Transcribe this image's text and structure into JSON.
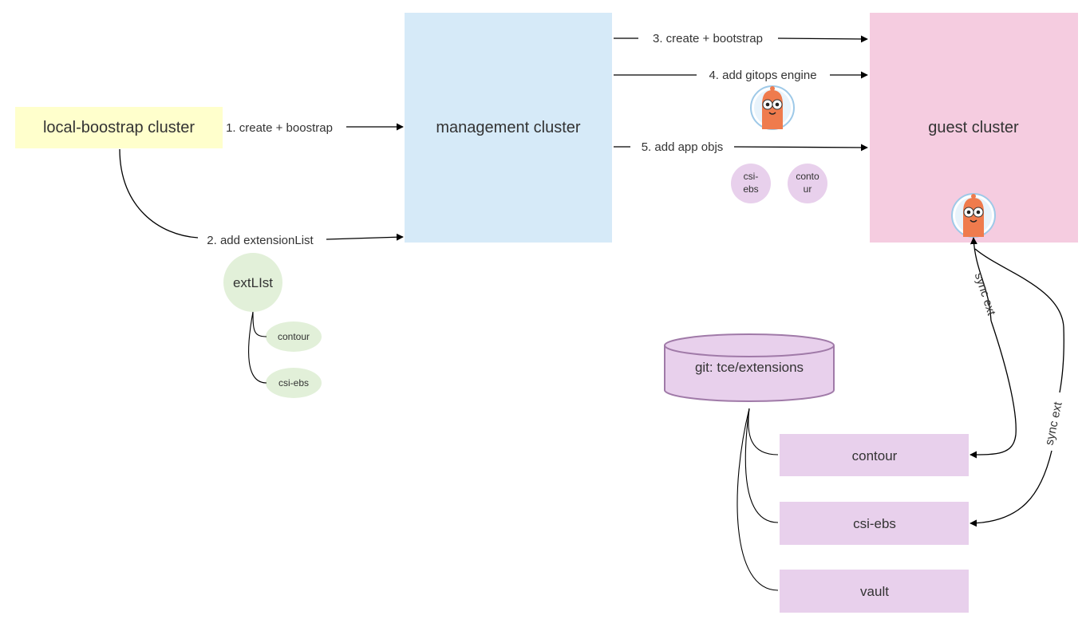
{
  "nodes": {
    "local_bootstrap": {
      "label": "local-boostrap cluster",
      "fill": "#ffffcc"
    },
    "management": {
      "label": "management cluster",
      "fill": "#d6eaf8"
    },
    "guest": {
      "label": "guest cluster",
      "fill": "#f5cce0"
    },
    "ext_list": {
      "label": "extLIst",
      "fill": "#e2f0d9",
      "items": [
        "contour",
        "csi-ebs"
      ]
    },
    "app_objs": {
      "fill": "#e8d0ec",
      "items": [
        {
          "line1": "csi-",
          "line2": "ebs"
        },
        {
          "line1": "conto",
          "line2": "ur"
        }
      ]
    },
    "git_repo": {
      "label": "git: tce/extensions",
      "fill": "#e8d0ec",
      "stroke": "#a07aa8"
    },
    "extensions": {
      "fill": "#e8d0ec",
      "items": [
        "contour",
        "csi-ebs",
        "vault"
      ]
    }
  },
  "edges": {
    "e1": "1. create + boostrap",
    "e2": "2. add extensionList",
    "e3": "3. create + bootstrap",
    "e4": "4. add gitops engine",
    "e5": "5. add app objs",
    "sync1": "sync ext",
    "sync2": "sync ext"
  },
  "icons": [
    "argo-octopus-icon",
    "argo-octopus-icon"
  ]
}
